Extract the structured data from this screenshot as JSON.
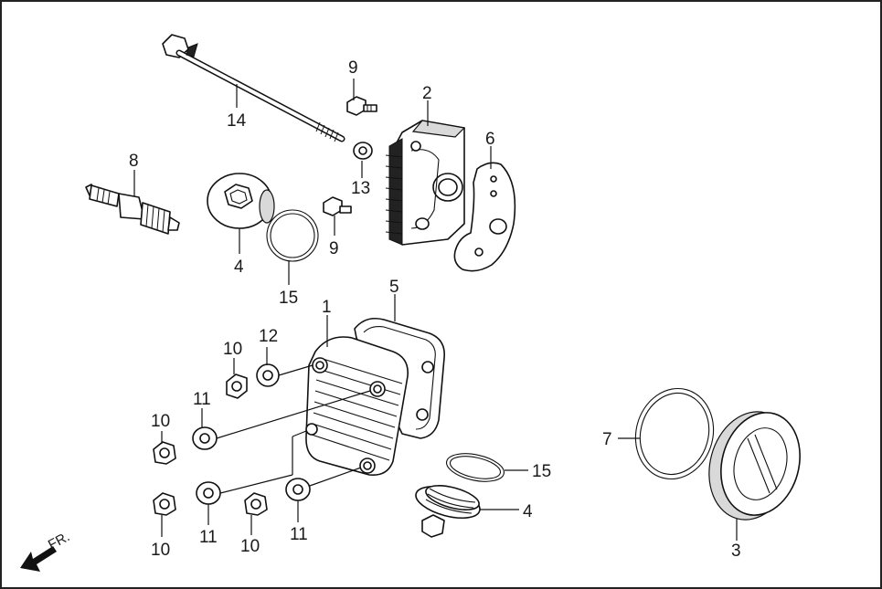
{
  "diagram": {
    "type": "exploded-parts-diagram",
    "colors": {
      "line": "#111111",
      "background": "#ffffff",
      "frame": "#222222"
    },
    "direction_label": "FR.",
    "callouts": [
      {
        "id": "c1",
        "label": "1"
      },
      {
        "id": "c2",
        "label": "2"
      },
      {
        "id": "c3",
        "label": "3"
      },
      {
        "id": "c4a",
        "label": "4"
      },
      {
        "id": "c4b",
        "label": "4"
      },
      {
        "id": "c5",
        "label": "5"
      },
      {
        "id": "c6",
        "label": "6"
      },
      {
        "id": "c7",
        "label": "7"
      },
      {
        "id": "c8",
        "label": "8"
      },
      {
        "id": "c9a",
        "label": "9"
      },
      {
        "id": "c9b",
        "label": "9"
      },
      {
        "id": "c10a",
        "label": "10"
      },
      {
        "id": "c10b",
        "label": "10"
      },
      {
        "id": "c10c",
        "label": "10"
      },
      {
        "id": "c10d",
        "label": "10"
      },
      {
        "id": "c11a",
        "label": "11"
      },
      {
        "id": "c11b",
        "label": "11"
      },
      {
        "id": "c11c",
        "label": "11"
      },
      {
        "id": "c12",
        "label": "12"
      },
      {
        "id": "c13",
        "label": "13"
      },
      {
        "id": "c14",
        "label": "14"
      },
      {
        "id": "c15a",
        "label": "15"
      },
      {
        "id": "c15b",
        "label": "15"
      }
    ]
  }
}
